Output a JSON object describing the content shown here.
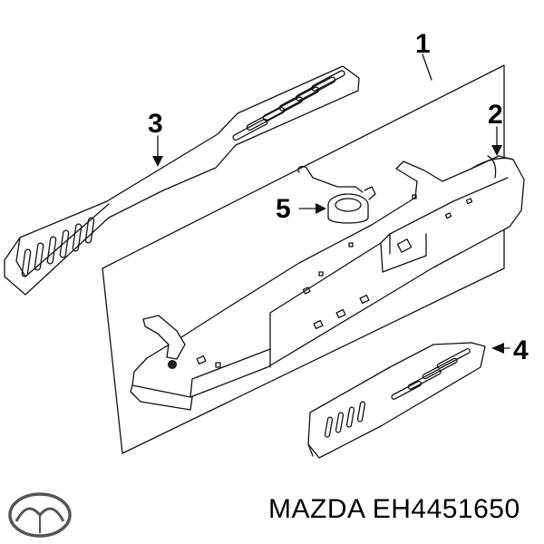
{
  "diagram": {
    "callouts": [
      {
        "id": "1",
        "text": "1"
      },
      {
        "id": "2",
        "text": "2"
      },
      {
        "id": "3",
        "text": "3"
      },
      {
        "id": "4",
        "text": "4"
      },
      {
        "id": "5",
        "text": "5"
      }
    ]
  },
  "footer": {
    "brand": "MAZDA",
    "part_number": "EH4451650",
    "logo_icon": "mazda-logo-icon"
  }
}
